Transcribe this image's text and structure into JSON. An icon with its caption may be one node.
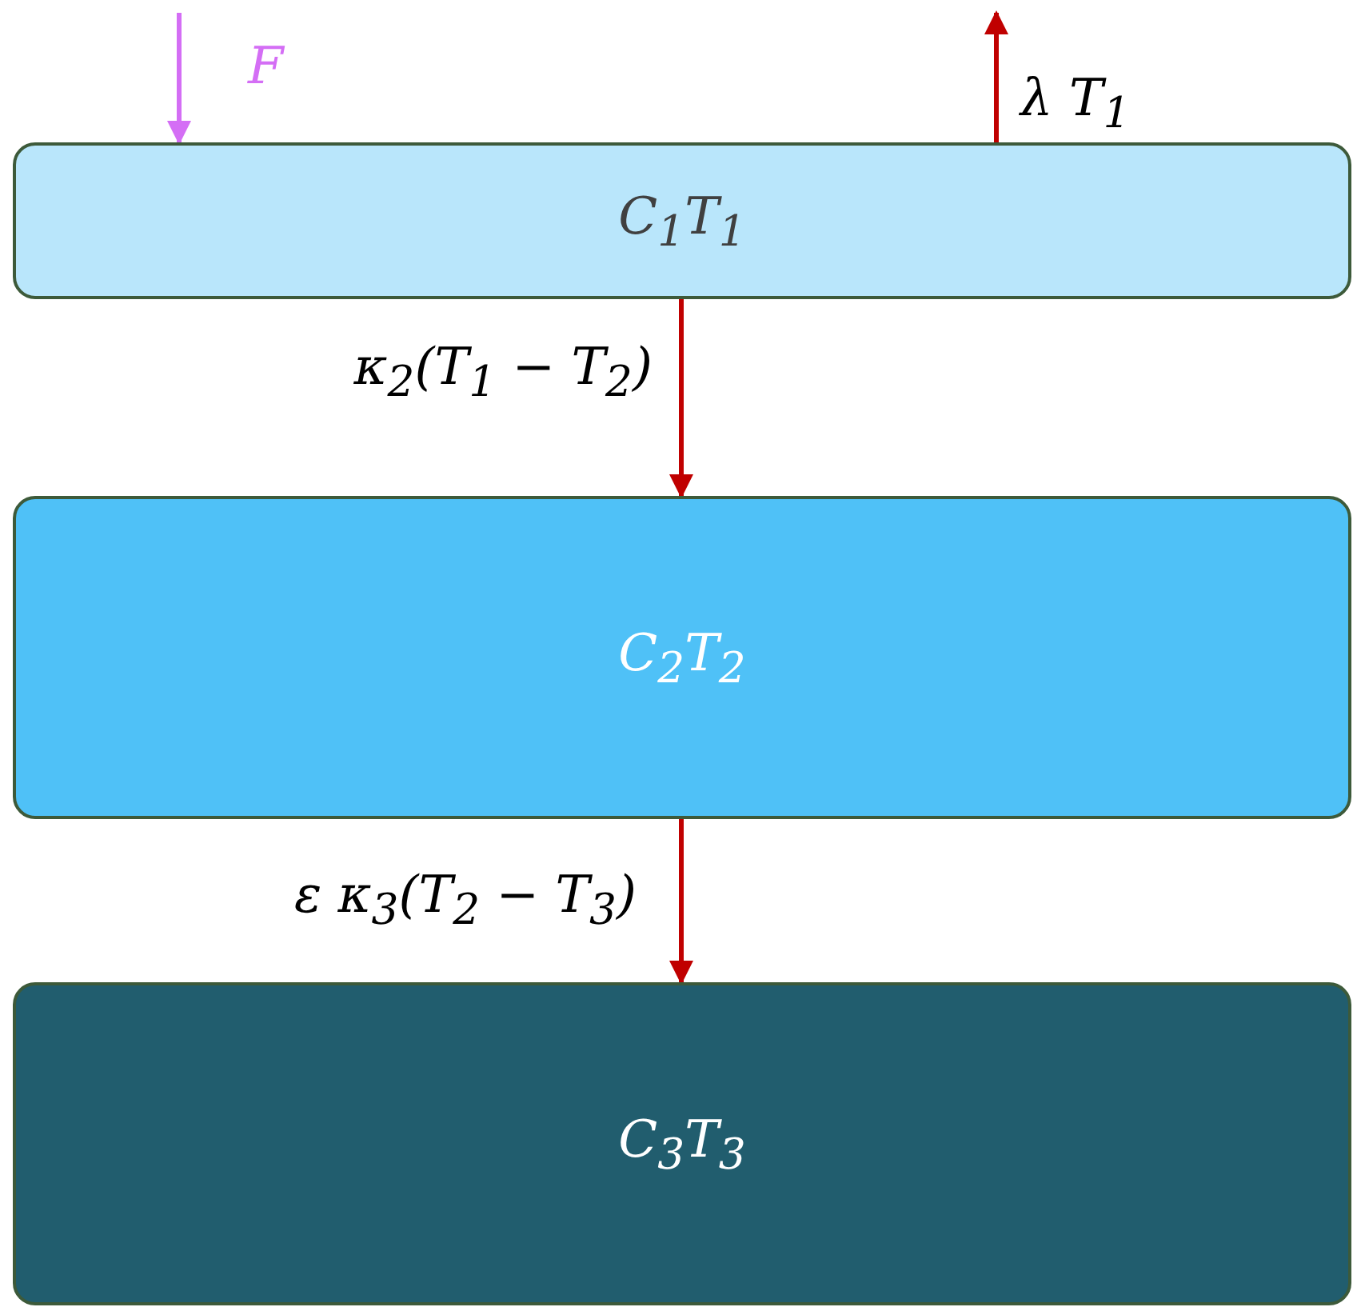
{
  "diagram": {
    "nodes": [
      {
        "text": [
          "C$_{1}$T$_{1}$"
        ]
      },
      {
        "text": [
          "C$_{2}$T$_{2}$"
        ]
      },
      {
        "text": [
          "C$_{3}$T$_{3}$"
        ]
      }
    ],
    "edges": [
      {
        "from": null,
        "to": 0,
        "arrow": "to",
        "label": "F",
        "color": "#d46ef5"
      },
      {
        "from": 0,
        "to": null,
        "arrow": "to",
        "label": "λ   T$_{1}$"
      },
      {
        "from": 0,
        "to": 1,
        "arrow": "to",
        "label": "κ$_{2}$(T$_{1}$ − T$_{2}$)"
      },
      {
        "from": 1,
        "to": 2,
        "arrow": "to",
        "label": "ε κ$_{3}$(T$_{2}$ − T$_{3}$)"
      }
    ]
  }
}
